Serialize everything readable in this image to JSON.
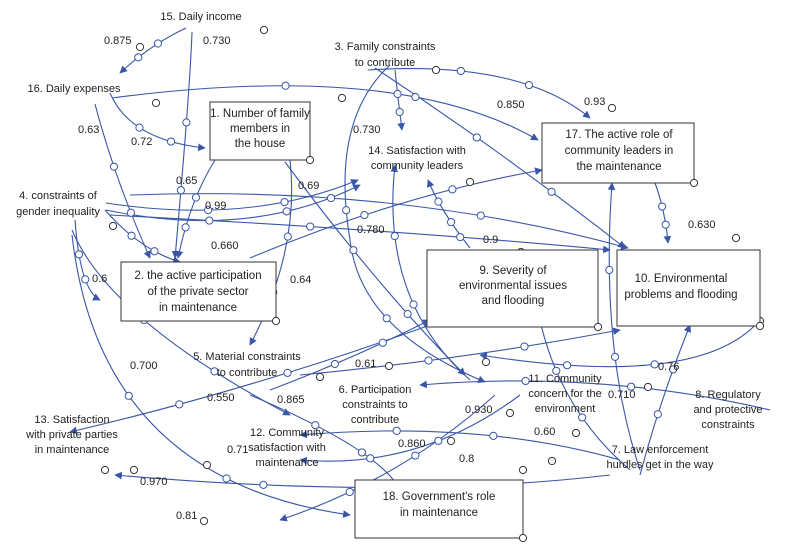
{
  "nodes": [
    {
      "id": "n1",
      "lines": [
        "1. Number of family",
        "members in",
        "the house"
      ],
      "boxed": true
    },
    {
      "id": "n2",
      "lines": [
        "2. the active participation",
        "of the private sector",
        "in maintenance"
      ],
      "boxed": true
    },
    {
      "id": "n3",
      "lines": [
        "3. Family constraints",
        "to contribute"
      ],
      "boxed": false
    },
    {
      "id": "n4",
      "lines": [
        "4. constraints of",
        "gender inequality"
      ],
      "boxed": false
    },
    {
      "id": "n5",
      "lines": [
        "5. Material constraints",
        "to contribute"
      ],
      "boxed": false
    },
    {
      "id": "n6",
      "lines": [
        "6. Participation",
        "constraints to",
        "contribute"
      ],
      "boxed": false
    },
    {
      "id": "n7",
      "lines": [
        "7. Law enforcement",
        "hurdles get in the way"
      ],
      "boxed": false
    },
    {
      "id": "n8",
      "lines": [
        "8. Regulatory",
        "and protective",
        "constraints"
      ],
      "boxed": false
    },
    {
      "id": "n9",
      "lines": [
        "9. Severity of",
        "environmental issues",
        "and flooding"
      ],
      "boxed": true
    },
    {
      "id": "n10",
      "lines": [
        "10. Environmental",
        "problems and flooding"
      ],
      "boxed": true
    },
    {
      "id": "n11",
      "lines": [
        "11. Community",
        "concern for the",
        "environment"
      ],
      "boxed": false
    },
    {
      "id": "n12",
      "lines": [
        "12. Community",
        "satisfaction with",
        "maintenance"
      ],
      "boxed": false
    },
    {
      "id": "n13",
      "lines": [
        "13. Satisfaction",
        "with private parties",
        "in maintenance"
      ],
      "boxed": false
    },
    {
      "id": "n14",
      "lines": [
        "14. Satisfaction with",
        "community leaders"
      ],
      "boxed": false
    },
    {
      "id": "n15",
      "lines": [
        "15. Daily income"
      ],
      "boxed": false
    },
    {
      "id": "n16",
      "lines": [
        "16. Daily expenses"
      ],
      "boxed": false
    },
    {
      "id": "n17",
      "lines": [
        "17. The active role of",
        "community leaders in",
        "the maintenance"
      ],
      "boxed": true
    },
    {
      "id": "n18",
      "lines": [
        "18. Government's role",
        "in maintenance"
      ],
      "boxed": true
    }
  ],
  "coefficients": [
    "0.875",
    "0.730",
    "0.63",
    "0.72",
    "0.65",
    "0.69",
    "0.99",
    "0.660",
    "0.6",
    "0.64",
    "0.730",
    "0.850",
    "0.93",
    "0.780",
    "0.9",
    "0.630",
    "0.700",
    "0.550",
    "0.61",
    "0.865",
    "0.710",
    "0.76",
    "0.930",
    "0.860",
    "0.60",
    "0.8",
    "0.970",
    "0.71",
    "0.81"
  ],
  "colors": {
    "edge": "#3a56a8",
    "box_border": "#333333",
    "text": "#222222",
    "marker_fill": "#ffffff"
  }
}
